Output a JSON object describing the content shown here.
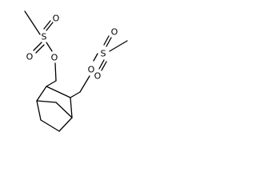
{
  "structure": {
    "atoms": {
      "s1": "S",
      "s1_o_up": "O",
      "s1_o_down": "O",
      "s1_o_link": "O",
      "s2": "S",
      "s2_o_up": "O",
      "s2_o_down": "O",
      "s2_o_link": "O"
    }
  }
}
